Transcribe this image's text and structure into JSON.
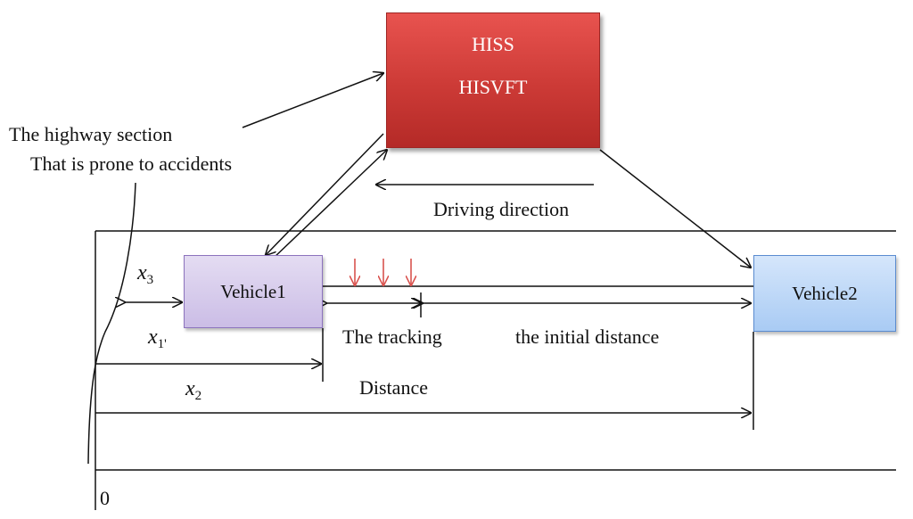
{
  "hiss_box": {
    "line1": "HISS",
    "line2": "HISVFT"
  },
  "vehicle1": {
    "label": "Vehicle1"
  },
  "vehicle2": {
    "label": "Vehicle2"
  },
  "labels": {
    "highway_line1": "The highway section",
    "highway_line2": "That is prone to accidents",
    "driving_direction": "Driving direction",
    "tracking": "The tracking",
    "initial_distance": "the initial distance",
    "distance": "Distance",
    "origin": "0"
  },
  "variables": {
    "x3": {
      "base": "x",
      "sub": "3"
    },
    "x1": {
      "base": "x",
      "sub": "1'"
    },
    "x2": {
      "base": "x",
      "sub": "2"
    }
  },
  "colors": {
    "hiss_fill": "#cc3a36",
    "vehicle1_fill": "#cbbde6",
    "vehicle2_fill": "#a9cbf4",
    "signal_arrows": "#d9534f",
    "lines": "#111111"
  },
  "icons": [
    "signal-down-arrow-icon",
    "signal-down-arrow-icon",
    "signal-down-arrow-icon"
  ]
}
